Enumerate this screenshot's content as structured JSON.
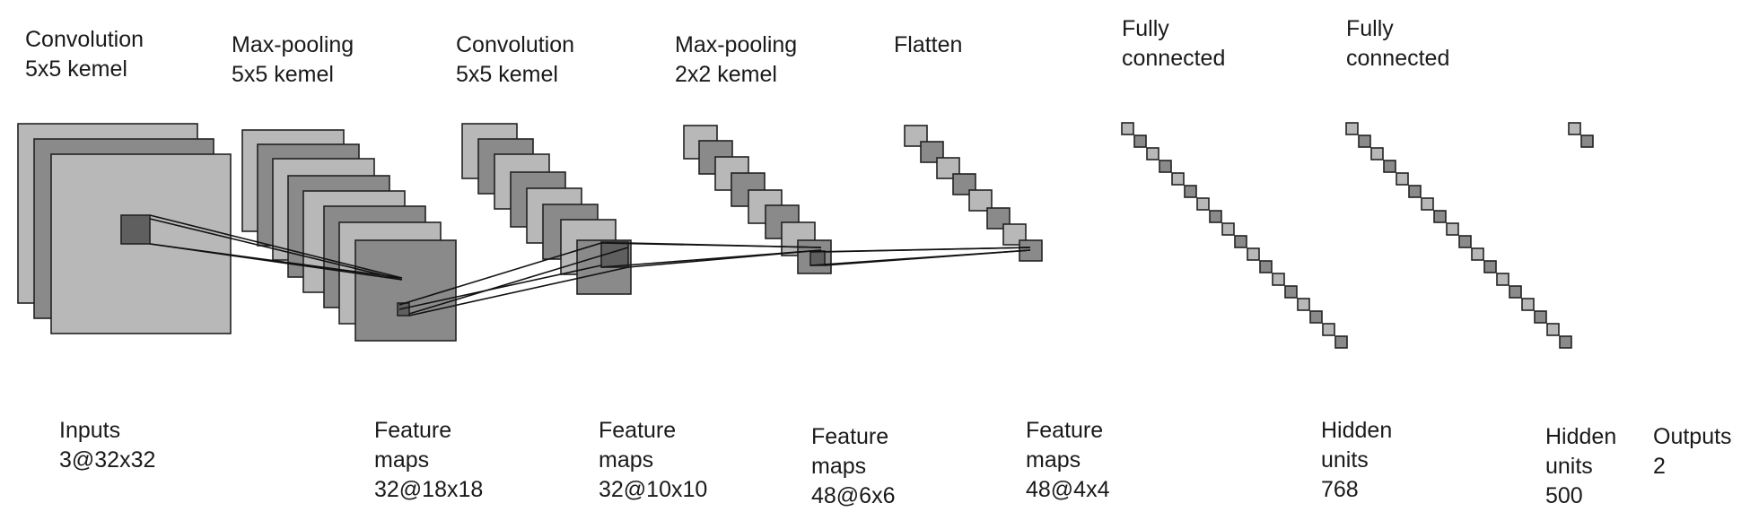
{
  "top_labels": [
    {
      "line1": "Convolution",
      "line2": "5x5 kemel"
    },
    {
      "line1": "Max-pooling",
      "line2": "5x5 kemel"
    },
    {
      "line1": "Convolution",
      "line2": "5x5 kemel"
    },
    {
      "line1": "Max-pooling",
      "line2": "2x2 kemel"
    },
    {
      "line1": "Flatten",
      "line2": ""
    },
    {
      "line1": "Fully",
      "line2": "connected"
    },
    {
      "line1": "Fully",
      "line2": "connected"
    }
  ],
  "bottom_labels": [
    {
      "line1": "Inputs",
      "line2": "3@32x32",
      "line3": ""
    },
    {
      "line1": "Feature",
      "line2": "maps",
      "line3": "32@18x18"
    },
    {
      "line1": "Feature",
      "line2": "maps",
      "line3": "32@10x10"
    },
    {
      "line1": "Feature",
      "line2": "maps",
      "line3": "48@6x6"
    },
    {
      "line1": "Feature",
      "line2": "maps",
      "line3": "48@4x4"
    },
    {
      "line1": "Hidden",
      "line2": "units",
      "line3": "768"
    },
    {
      "line1": "Hidden",
      "line2": "units",
      "line3": "500"
    },
    {
      "line1": "Outputs",
      "line2": "2",
      "line3": ""
    }
  ],
  "colors": {
    "light": "#b8b8b8",
    "mid": "#8a8a8a",
    "dark": "#5f5f5f",
    "stroke": "#222222"
  }
}
